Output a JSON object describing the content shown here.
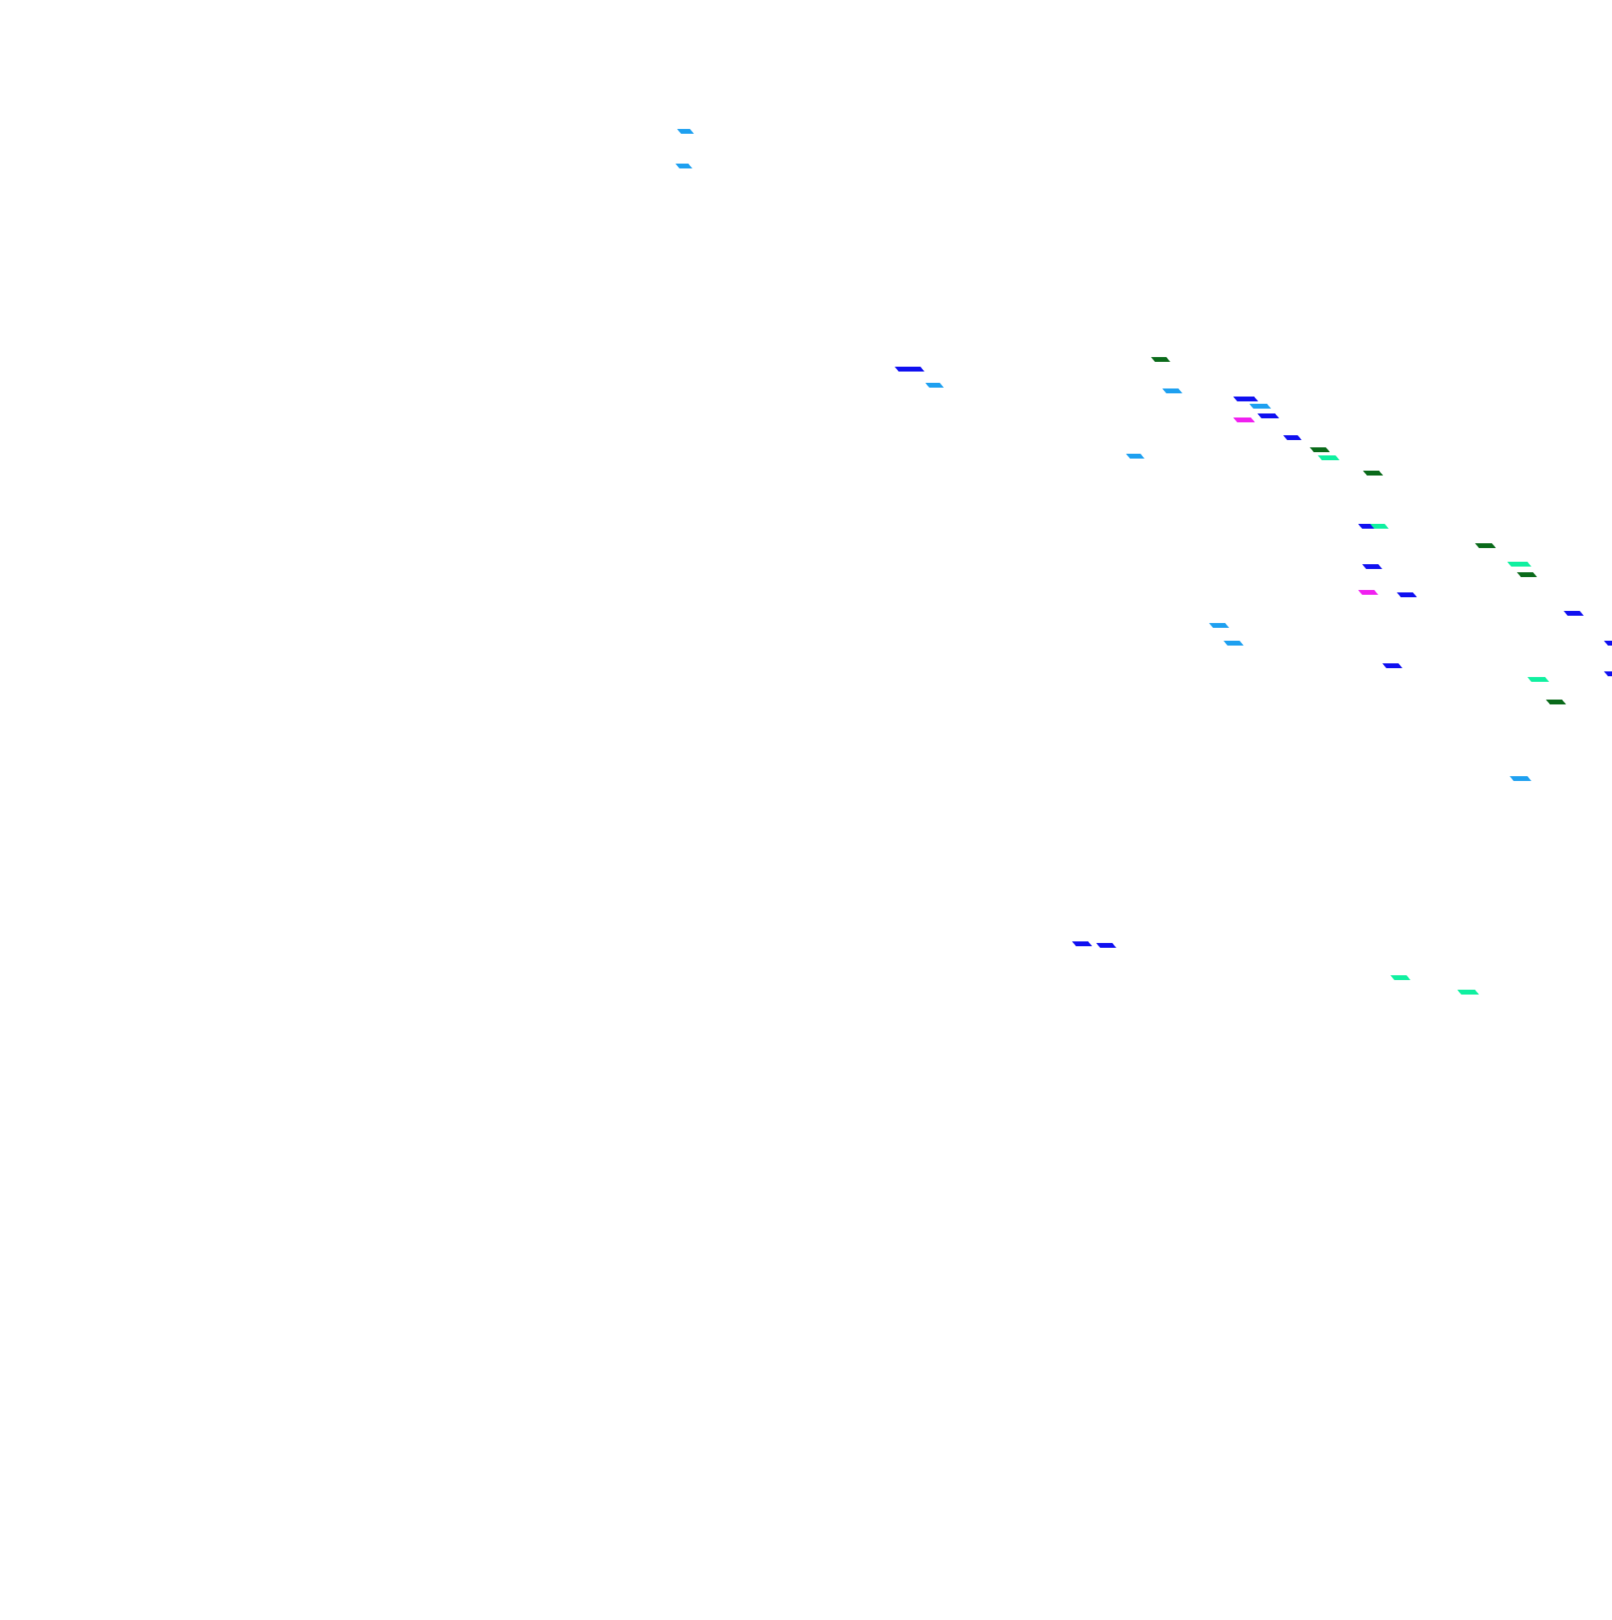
{
  "palette": {
    "background": "#ffffff",
    "sky": "#1ea0f0",
    "blue": "#1010f0",
    "green": "#0a6a1a",
    "mint": "#10f0a0",
    "magenta": "#f020f0"
  },
  "marks": [
    {
      "color": "sky"
    },
    {
      "color": "sky"
    },
    {
      "color": "blue"
    },
    {
      "color": "sky"
    },
    {
      "color": "green"
    },
    {
      "color": "sky"
    },
    {
      "color": "blue"
    },
    {
      "color": "sky"
    },
    {
      "color": "blue"
    },
    {
      "color": "magenta"
    },
    {
      "color": "blue"
    },
    {
      "color": "sky"
    },
    {
      "color": "green"
    },
    {
      "color": "mint"
    },
    {
      "color": "green"
    },
    {
      "color": "blue"
    },
    {
      "color": "mint"
    },
    {
      "color": "blue"
    },
    {
      "color": "magenta"
    },
    {
      "color": "blue"
    },
    {
      "color": "green"
    },
    {
      "color": "mint"
    },
    {
      "color": "green"
    },
    {
      "color": "sky"
    },
    {
      "color": "sky"
    },
    {
      "color": "blue"
    },
    {
      "color": "blue"
    },
    {
      "color": "blue"
    },
    {
      "color": "blue"
    },
    {
      "color": "mint"
    },
    {
      "color": "green"
    },
    {
      "color": "sky"
    },
    {
      "color": "blue"
    },
    {
      "color": "blue"
    },
    {
      "color": "mint"
    },
    {
      "color": "mint"
    }
  ]
}
